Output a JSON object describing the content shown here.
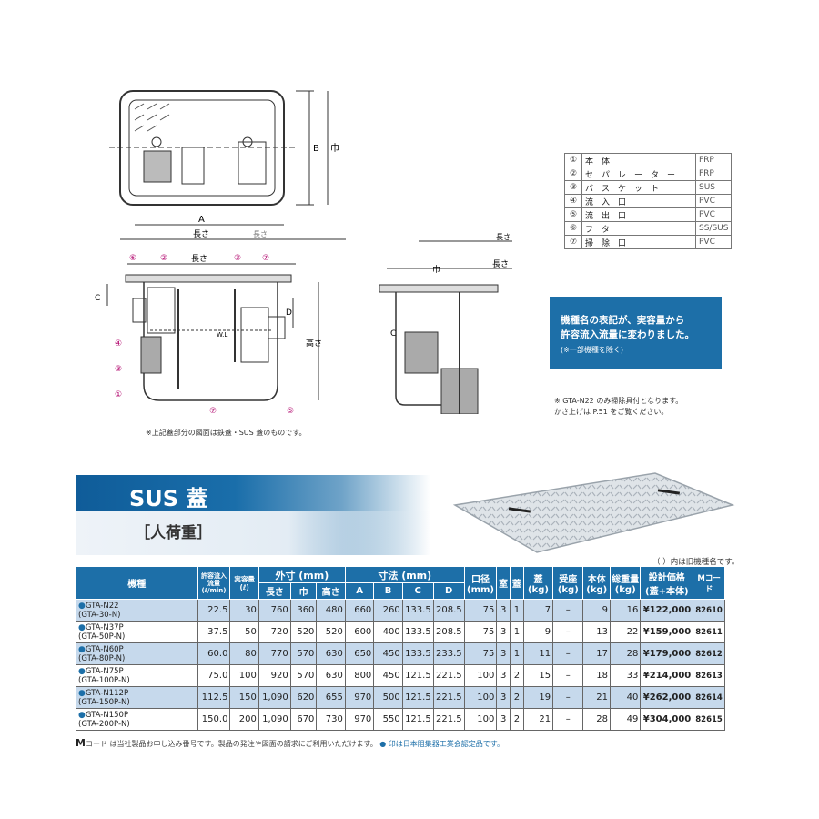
{
  "drawing_left": {
    "label_A": "A",
    "label_B": "B",
    "label_width": "巾",
    "label_length": "長さ",
    "label_C": "C",
    "label_D": "D",
    "label_height": "高さ",
    "label_wl": "W.L",
    "markers": [
      "①",
      "②",
      "③",
      "④",
      "⑤",
      "⑥",
      "⑦"
    ],
    "caption": "※上記蓋部分の図面は鉄蓋・SUS 蓋のものです。"
  },
  "drawing_mid": {
    "label_length": "長さ",
    "label_width": "巾",
    "label_C": "C"
  },
  "materials": [
    {
      "num": "①",
      "part": "本体",
      "mat": "FRP"
    },
    {
      "num": "②",
      "part": "セパレーター",
      "mat": "FRP"
    },
    {
      "num": "③",
      "part": "バスケット",
      "mat": "SUS"
    },
    {
      "num": "④",
      "part": "流入口",
      "mat": "PVC"
    },
    {
      "num": "⑤",
      "part": "流出口",
      "mat": "PVC"
    },
    {
      "num": "⑥",
      "part": "フタ",
      "mat": "SS/SUS"
    },
    {
      "num": "⑦",
      "part": "掃除口",
      "mat": "PVC"
    }
  ],
  "notice": {
    "line1": "機種名の表記が、実容量から",
    "line2": "許容流入流量に変わりました。",
    "line3": "(※一部機種を除く)"
  },
  "note_right": {
    "line1": "※ GTA-N22 のみ掃除具付となります。",
    "line2": "かさ上げは P.51 をご覧ください。"
  },
  "banner": {
    "title": "SUS 蓋",
    "subtitle": "［人荷重］"
  },
  "legend_note": "（ ）内は旧機種名です。",
  "table": {
    "headers": {
      "model": "機種",
      "flow": "許容流入流量",
      "flow_unit": "(ℓ/min)",
      "vol": "実容量",
      "vol_unit": "(ℓ)",
      "outer": "外寸 (mm)",
      "len": "長さ",
      "wid": "巾",
      "hei": "高さ",
      "dims": "寸法 (mm)",
      "a": "A",
      "b": "B",
      "c": "C",
      "d": "D",
      "bore": "口径",
      "bore_unit": "(mm)",
      "rooms": "室",
      "lids": "蓋",
      "lidw": "蓋",
      "lidw_unit": "(kg)",
      "seat": "受座",
      "seat_unit": "(kg)",
      "body": "本体",
      "body_unit": "(kg)",
      "total": "総重量",
      "total_unit": "(kg)",
      "price": "設計価格",
      "price_unit": "(蓋+本体)",
      "mcode": "Mコード"
    },
    "rows": [
      {
        "model": "GTA-N22",
        "old": "(GTA-30-N)",
        "flow": "22.5",
        "vol": "30",
        "len": "760",
        "wid": "360",
        "hei": "480",
        "a": "660",
        "b": "260",
        "c": "133.5",
        "d": "208.5",
        "bore": "75",
        "rooms": "3",
        "lids": "1",
        "lidw": "7",
        "seat": "–",
        "body": "9",
        "total": "16",
        "price": "¥122,000",
        "mcode": "82610"
      },
      {
        "model": "GTA-N37P",
        "old": "(GTA-50P-N)",
        "flow": "37.5",
        "vol": "50",
        "len": "720",
        "wid": "520",
        "hei": "520",
        "a": "600",
        "b": "400",
        "c": "133.5",
        "d": "208.5",
        "bore": "75",
        "rooms": "3",
        "lids": "1",
        "lidw": "9",
        "seat": "–",
        "body": "13",
        "total": "22",
        "price": "¥159,000",
        "mcode": "82611"
      },
      {
        "model": "GTA-N60P",
        "old": "(GTA-80P-N)",
        "flow": "60.0",
        "vol": "80",
        "len": "770",
        "wid": "570",
        "hei": "630",
        "a": "650",
        "b": "450",
        "c": "133.5",
        "d": "233.5",
        "bore": "75",
        "rooms": "3",
        "lids": "1",
        "lidw": "11",
        "seat": "–",
        "body": "17",
        "total": "28",
        "price": "¥179,000",
        "mcode": "82612"
      },
      {
        "model": "GTA-N75P",
        "old": "(GTA-100P-N)",
        "flow": "75.0",
        "vol": "100",
        "len": "920",
        "wid": "570",
        "hei": "630",
        "a": "800",
        "b": "450",
        "c": "121.5",
        "d": "221.5",
        "bore": "100",
        "rooms": "3",
        "lids": "2",
        "lidw": "15",
        "seat": "–",
        "body": "18",
        "total": "33",
        "price": "¥214,000",
        "mcode": "82613"
      },
      {
        "model": "GTA-N112P",
        "old": "(GTA-150P-N)",
        "flow": "112.5",
        "vol": "150",
        "len": "1,090",
        "wid": "620",
        "hei": "655",
        "a": "970",
        "b": "500",
        "c": "121.5",
        "d": "221.5",
        "bore": "100",
        "rooms": "3",
        "lids": "2",
        "lidw": "19",
        "seat": "–",
        "body": "21",
        "total": "40",
        "price": "¥262,000",
        "mcode": "82614"
      },
      {
        "model": "GTA-N150P",
        "old": "(GTA-200P-N)",
        "flow": "150.0",
        "vol": "200",
        "len": "1,090",
        "wid": "670",
        "hei": "730",
        "a": "970",
        "b": "550",
        "c": "121.5",
        "d": "221.5",
        "bore": "100",
        "rooms": "3",
        "lids": "2",
        "lidw": "21",
        "seat": "–",
        "body": "28",
        "total": "49",
        "price": "¥304,000",
        "mcode": "82615"
      }
    ]
  },
  "footnote": {
    "m": "M",
    "code": "コード",
    "text": " は当社製品お申し込み番号です。製品の発注や図面の請求にご利用いただけます。",
    "certified": "● 印は日本阻集器工業会認定品です。"
  },
  "colors": {
    "accent": "#1d6fa8",
    "row_shade": "#c6d9ec",
    "banner": "#0f5c99"
  }
}
